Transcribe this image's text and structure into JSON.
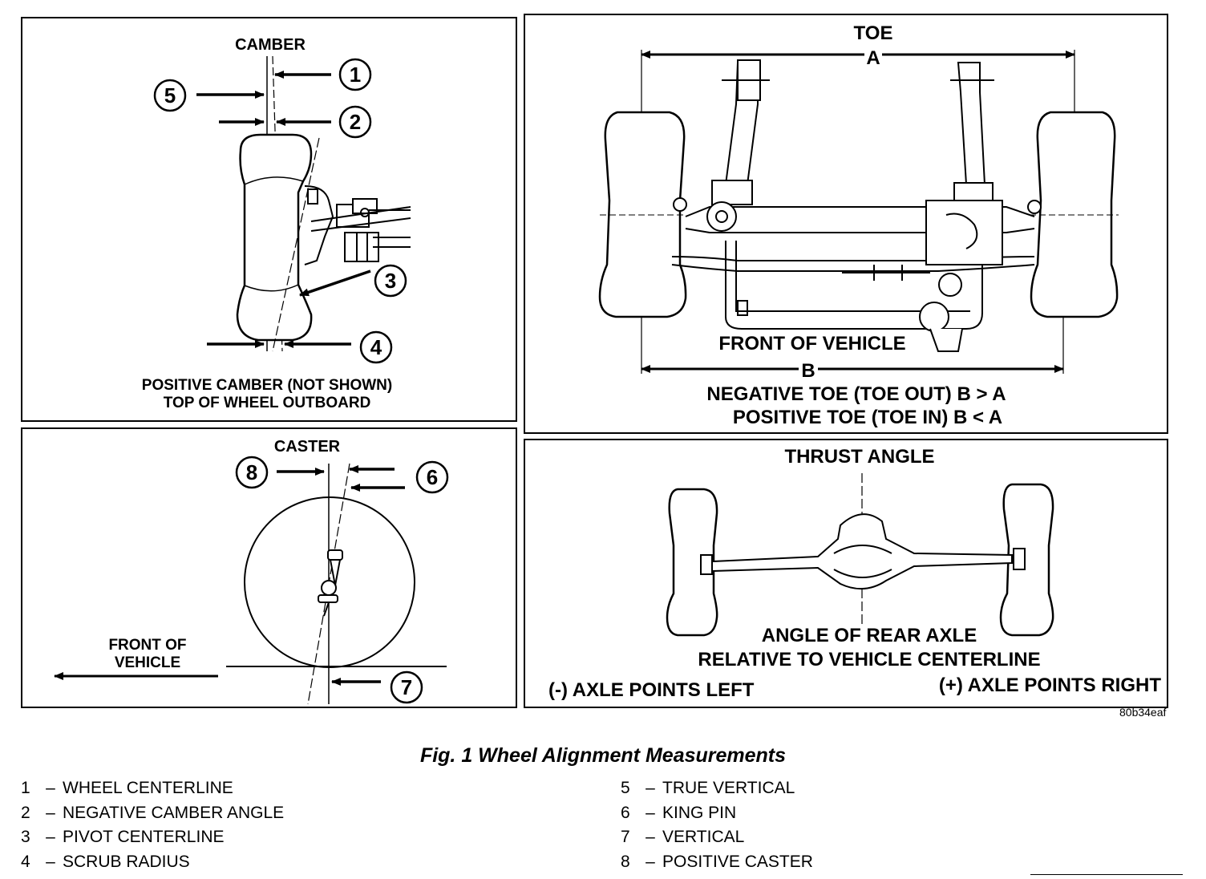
{
  "camber": {
    "title": "CAMBER",
    "note_line1": "POSITIVE CAMBER (NOT SHOWN)",
    "note_line2": "TOP OF WHEEL OUTBOARD",
    "callouts": [
      "1",
      "2",
      "3",
      "4",
      "5"
    ]
  },
  "toe": {
    "title": "TOE",
    "dim_a": "A",
    "dim_b": "B",
    "front_label": "FRONT OF VEHICLE",
    "line1": "NEGATIVE TOE (TOE OUT) B > A",
    "line2": "POSITIVE TOE (TOE IN) B < A"
  },
  "caster": {
    "title": "CASTER",
    "front_line1": "FRONT OF",
    "front_line2": "VEHICLE",
    "callouts": [
      "6",
      "7",
      "8"
    ]
  },
  "thrust": {
    "title": "THRUST ANGLE",
    "line1": "ANGLE OF REAR AXLE",
    "line2": "RELATIVE TO VEHICLE CENTERLINE",
    "left_note": "(-) AXLE POINTS LEFT",
    "right_note": "(+) AXLE POINTS RIGHT"
  },
  "figure_id": "80b34eaf",
  "caption": "Fig. 1 Wheel Alignment Measurements",
  "legend": [
    {
      "num": "1",
      "label": "WHEEL CENTERLINE"
    },
    {
      "num": "2",
      "label": "NEGATIVE CAMBER ANGLE"
    },
    {
      "num": "3",
      "label": "PIVOT CENTERLINE"
    },
    {
      "num": "4",
      "label": "SCRUB RADIUS"
    },
    {
      "num": "5",
      "label": "TRUE VERTICAL"
    },
    {
      "num": "6",
      "label": "KING PIN"
    },
    {
      "num": "7",
      "label": "VERTICAL"
    },
    {
      "num": "8",
      "label": "POSITIVE CASTER"
    }
  ]
}
